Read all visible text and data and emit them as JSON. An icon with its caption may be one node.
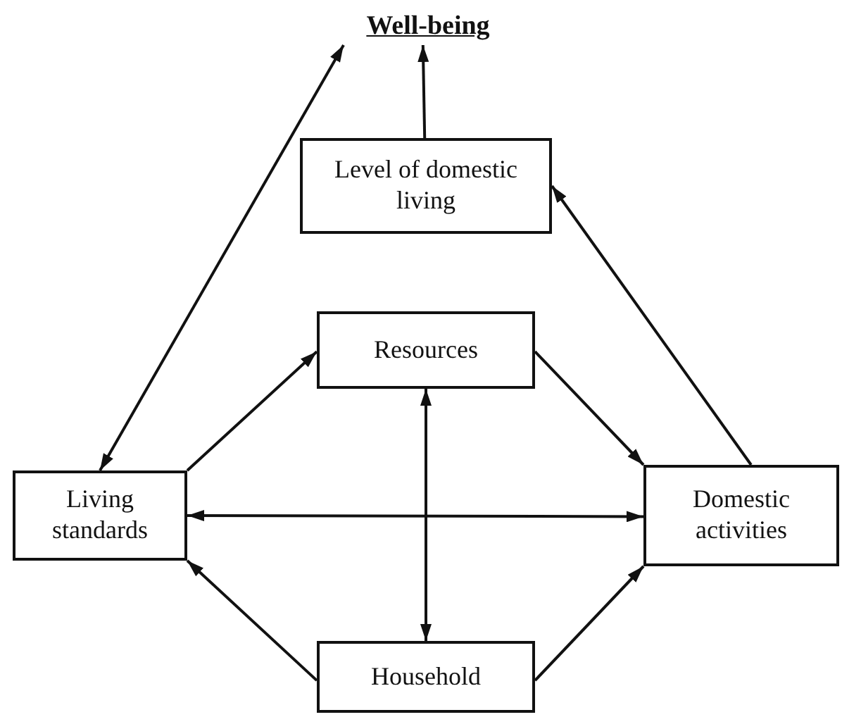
{
  "diagram": {
    "nodes": [
      {
        "text": [
          "Well-being"
        ]
      },
      {
        "text": [
          "Level of domestic living"
        ]
      },
      {
        "text": [
          "Resources"
        ]
      },
      {
        "text": [
          "Living standards"
        ]
      },
      {
        "text": [
          "Domestic activities"
        ]
      },
      {
        "text": [
          "Household"
        ]
      }
    ],
    "edges": [
      {
        "from": 1,
        "to": 0,
        "arrow": "to"
      },
      {
        "from": 3,
        "to": 0,
        "arrow": "both"
      },
      {
        "from": 4,
        "to": 1,
        "arrow": "to"
      },
      {
        "from": 3,
        "to": 2,
        "arrow": "to"
      },
      {
        "from": 2,
        "to": 4,
        "arrow": "to"
      },
      {
        "from": 2,
        "to": 5,
        "arrow": "both"
      },
      {
        "from": 3,
        "to": 4,
        "arrow": "both"
      },
      {
        "from": 5,
        "to": 3,
        "arrow": "to"
      },
      {
        "from": 5,
        "to": 4,
        "arrow": "to"
      }
    ]
  }
}
